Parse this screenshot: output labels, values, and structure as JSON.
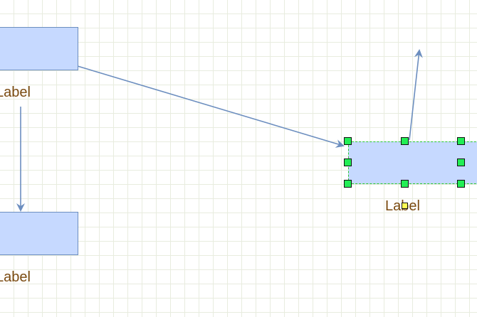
{
  "diagram": {
    "shapes": [
      {
        "id": "shape-1",
        "label": "Label"
      },
      {
        "id": "shape-2",
        "label": "Label"
      },
      {
        "id": "shape-3",
        "label": "Label",
        "selected": true
      }
    ],
    "edges": [
      {
        "from": "shape-1",
        "to": "shape-3"
      },
      {
        "from": "shape-1",
        "to": "shape-2"
      },
      {
        "from": "shape-3",
        "to": "unconnected"
      }
    ]
  },
  "colors": {
    "grid": "#e8ecdf",
    "shape_fill": "#c6d9ff",
    "shape_stroke": "#6c8ebf",
    "edge": "#6c8ebf",
    "label_text": "#7a4a10",
    "selection_outline": "#28c828",
    "handle_fill": "#22ee55",
    "label_handle_fill": "#ffff55"
  }
}
